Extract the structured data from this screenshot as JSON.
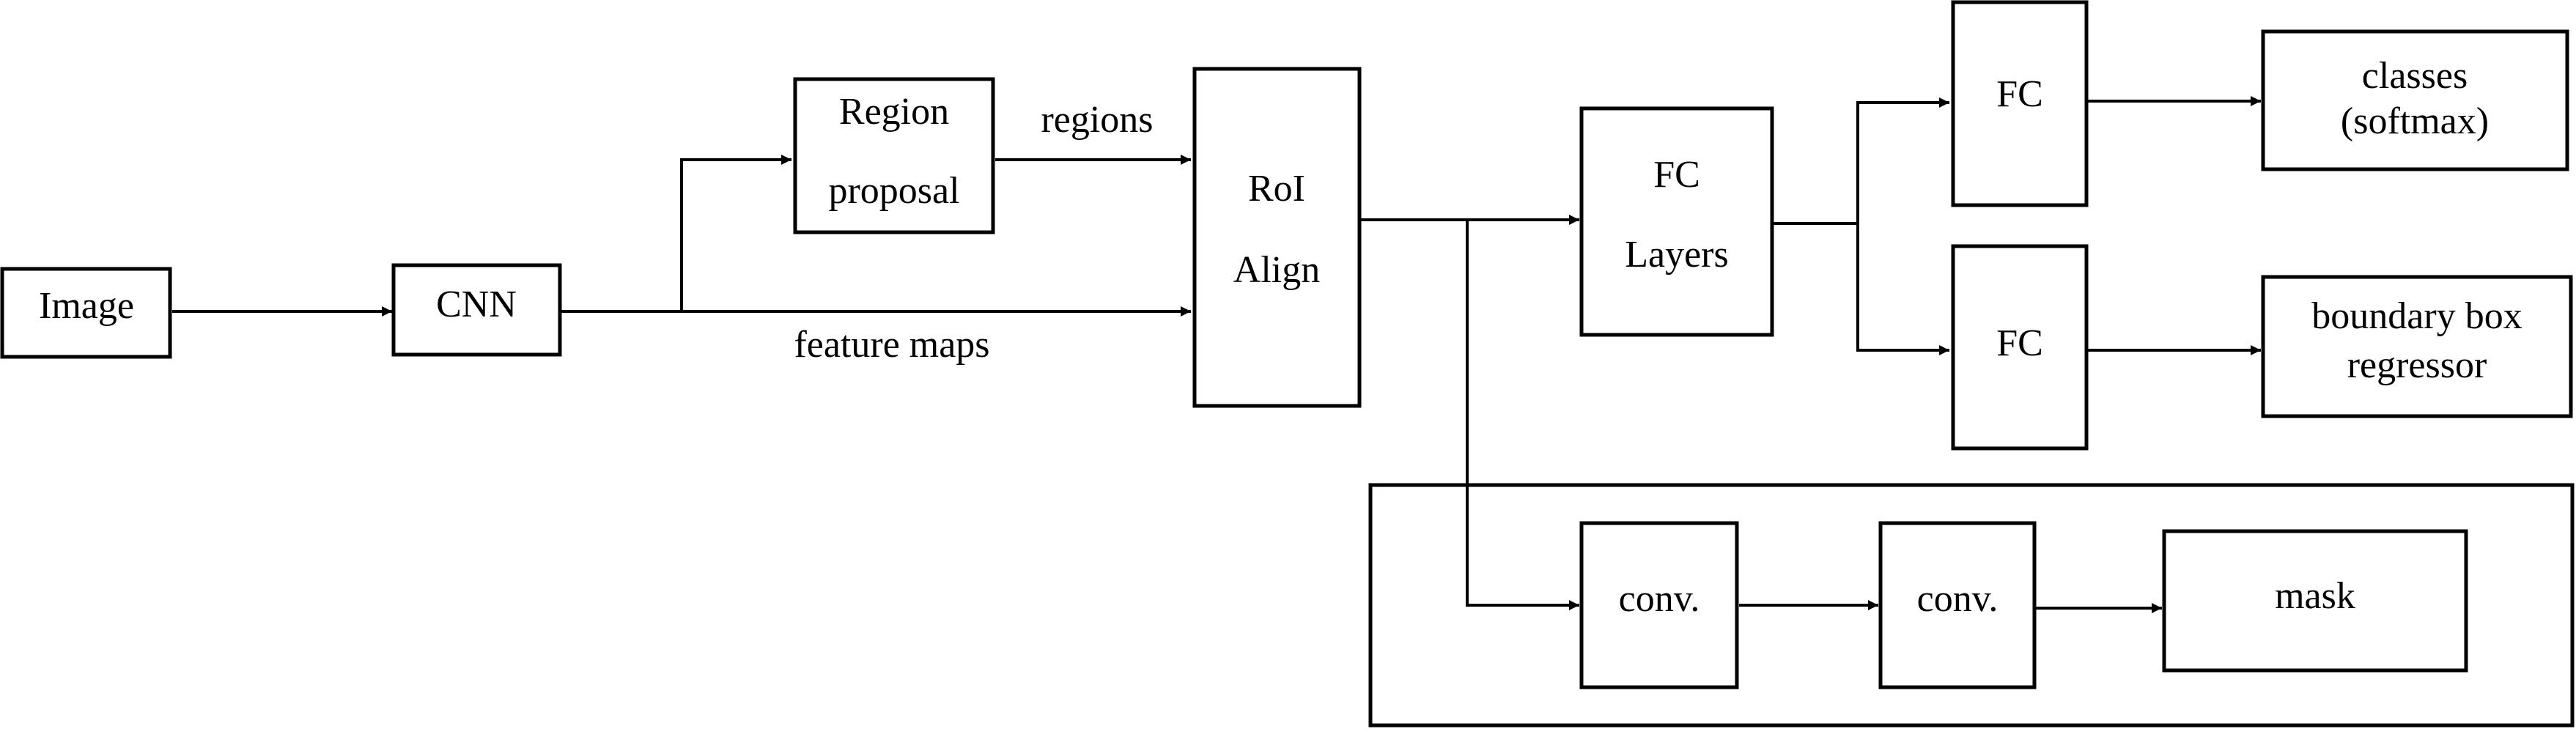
{
  "nodes": {
    "image": "Image",
    "cnn": "CNN",
    "region_proposal": [
      "Region",
      "proposal"
    ],
    "roi_align": [
      "RoI",
      "Align"
    ],
    "fc_layers": [
      "FC",
      "Layers"
    ],
    "fc_top": "FC",
    "fc_bottom": "FC",
    "classes": [
      "classes",
      "(softmax)"
    ],
    "bbox_regressor": [
      "boundary box",
      "regressor"
    ],
    "conv1": "conv.",
    "conv2": "conv.",
    "mask": "mask"
  },
  "edge_labels": {
    "regions": "regions",
    "feature_maps": "feature maps"
  },
  "colors": {
    "stroke": "#000000",
    "fill": "#ffffff"
  }
}
